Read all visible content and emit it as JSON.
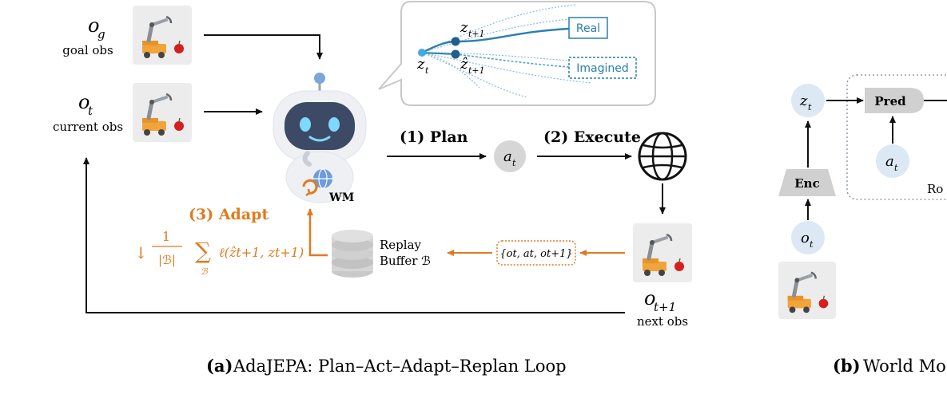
{
  "panel_a": {
    "goal_symbol": "o",
    "goal_sub": "g",
    "goal_label": "goal obs",
    "current_symbol": "o",
    "current_sub": "t",
    "current_label": "current obs",
    "bubble": {
      "z": "z",
      "z_sub": "t",
      "z_next": "z",
      "z_next_sub": "t+1",
      "zhat": "ẑ",
      "zhat_sub": "t+1",
      "real_label": "Real",
      "imagined_label": "Imagined"
    },
    "wm_label": "WM",
    "plan_label": "(1) Plan",
    "action_symbol": "a",
    "action_sub": "t",
    "execute_label": "(2) Execute",
    "adapt_label": "(3) Adapt",
    "loss_arrow": "↓",
    "loss_frac_num": "1",
    "loss_frac_den": "|ℬ|",
    "loss_sum": "∑",
    "loss_sum_sub": "ℬ",
    "loss_expr": "ℓ(ẑt+1, zt+1)",
    "replay_line1": "Replay",
    "replay_line2": "Buffer ℬ",
    "transition": "{ot, at, ot+1}",
    "next_symbol": "o",
    "next_sub": "t+1",
    "next_label": "next obs",
    "caption_bold": "(a)",
    "caption_text": "AdaJEPA: Plan–Act–Adapt–Replan Loop"
  },
  "panel_b": {
    "z_symbol": "z",
    "z_sub": "t",
    "pred_label": "Pred",
    "a_symbol": "a",
    "a_sub": "t",
    "enc_label": "Enc",
    "o_symbol": "o",
    "o_sub": "t",
    "rollout_fragment": "Ro",
    "caption_bold": "(b)",
    "caption_text": "World Mo"
  },
  "colors": {
    "orange": "#e07a1f",
    "blue_line": "#2a7fb0",
    "node_blue": "#dce8f3",
    "robot_face": "#3d4a66",
    "eye": "#7fd8ff"
  }
}
